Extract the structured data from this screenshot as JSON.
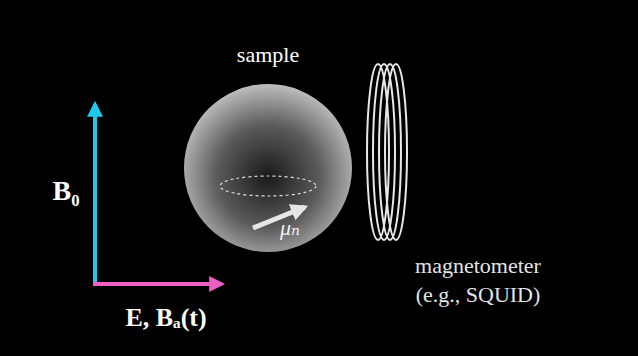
{
  "diagram": {
    "nodes": [
      {
        "text": [
          "sample"
        ]
      },
      {
        "text": [
          "magnetometer (e.g., SQUID)"
        ]
      }
    ],
    "labels": [
      "μₙ",
      "B₀",
      "E, Bₐ(t)"
    ]
  }
}
